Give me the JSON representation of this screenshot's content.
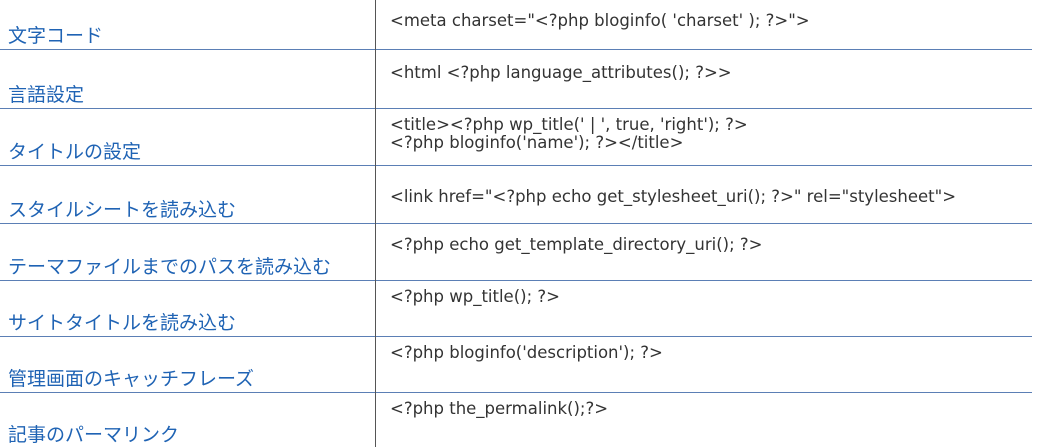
{
  "rows": [
    {
      "label": "文字コード",
      "code": [
        "<meta charset=\"<?php bloginfo( 'charset' ); ?>\">"
      ]
    },
    {
      "label": "言語設定",
      "code": [
        "<html <?php language_attributes(); ?>>"
      ]
    },
    {
      "label": "タイトルの設定",
      "code": [
        "<title><?php wp_title(' | ', true, 'right'); ?>",
        "<?php bloginfo('name'); ?></title>"
      ]
    },
    {
      "label": "スタイルシートを読み込む",
      "code": [
        "<link href=\"<?php echo get_stylesheet_uri(); ?>\" rel=\"stylesheet\">"
      ]
    },
    {
      "label": "テーマファイルまでのパスを読み込む",
      "code": [
        "<?php echo get_template_directory_uri(); ?>"
      ]
    },
    {
      "label": "サイトタイトルを読み込む",
      "code": [
        "<?php wp_title(); ?>"
      ]
    },
    {
      "label": "管理画面のキャッチフレーズ",
      "code": [
        "<?php bloginfo('description'); ?>"
      ]
    },
    {
      "label": "記事のパーマリンク",
      "code": [
        "<?php the_permalink();?>"
      ]
    }
  ]
}
